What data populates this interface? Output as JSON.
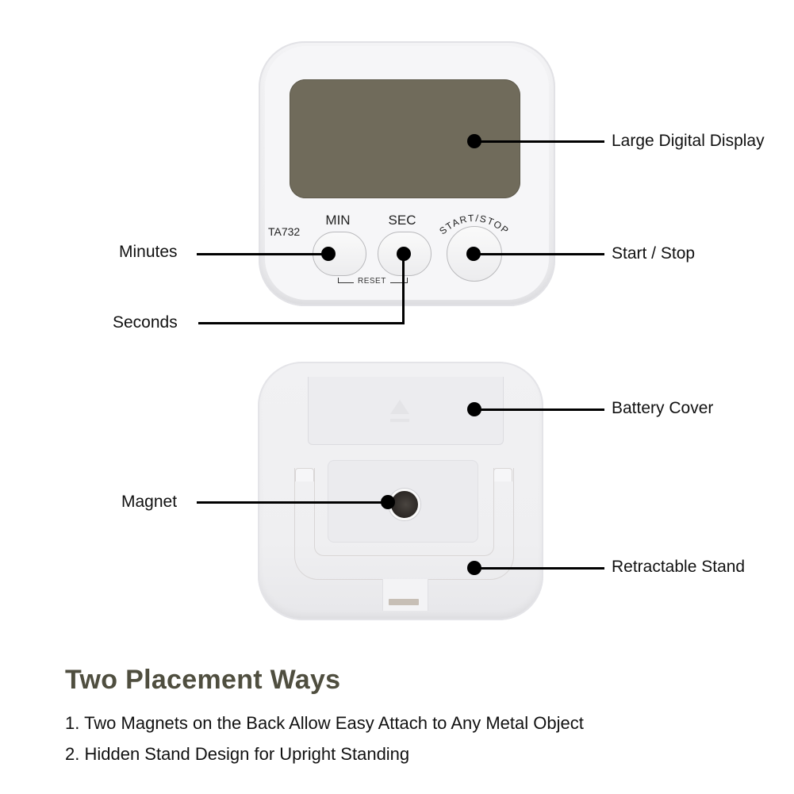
{
  "front": {
    "model": "TA732",
    "buttons": {
      "min": "MIN",
      "sec": "SEC",
      "start_stop": "START/STOP",
      "reset": "RESET"
    },
    "display_color": "#706b5b"
  },
  "callouts": {
    "large_digital_display": "Large Digital Display",
    "minutes": "Minutes",
    "start_stop": "Start / Stop",
    "seconds": "Seconds",
    "battery_cover": "Battery Cover",
    "magnet": "Magnet",
    "retractable_stand": "Retractable Stand"
  },
  "section": {
    "heading": "Two Placement Ways",
    "heading_color": "#4f4e3f",
    "items": [
      "1. Two Magnets on the Back Allow Easy Attach to Any Metal Object",
      "2. Hidden Stand Design for Upright Standing"
    ]
  }
}
